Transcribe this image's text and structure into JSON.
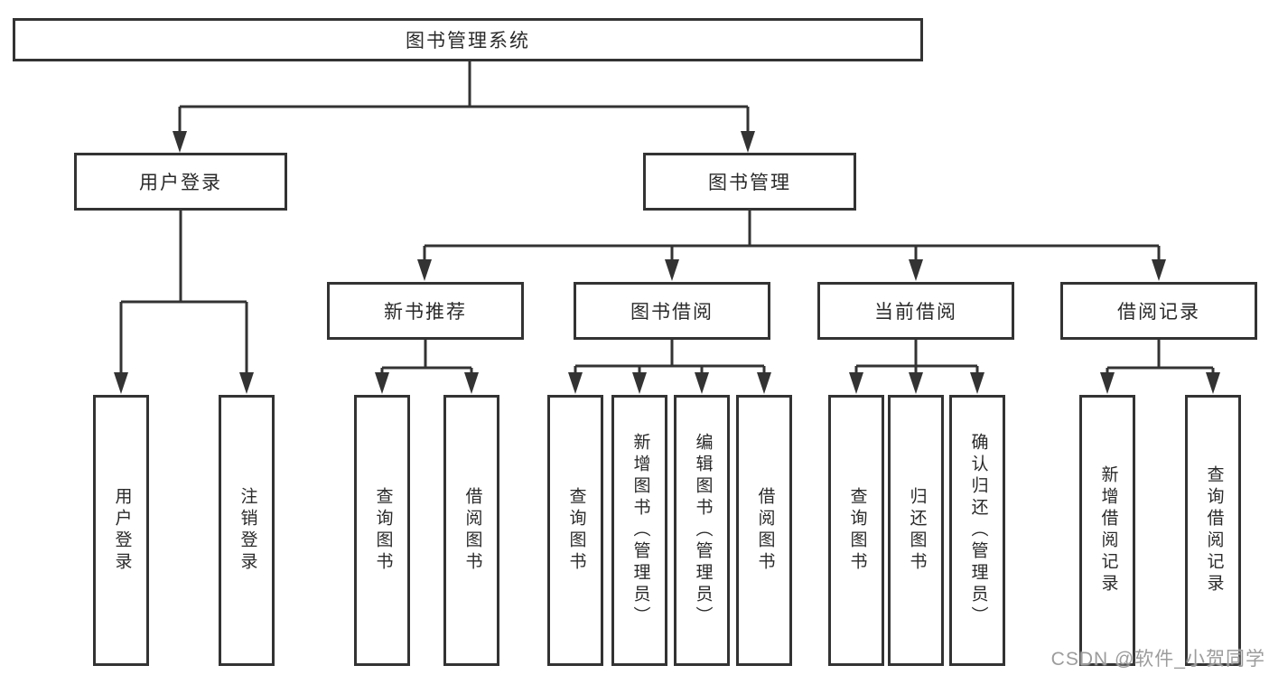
{
  "diagram_title": "图书管理系统",
  "tree": {
    "root": {
      "label": "图书管理系统",
      "children": [
        {
          "label": "用户登录",
          "children": [
            {
              "label": "用户登录"
            },
            {
              "label": "注销登录"
            }
          ]
        },
        {
          "label": "图书管理",
          "children": [
            {
              "label": "新书推荐",
              "children": [
                {
                  "label": "查询图书"
                },
                {
                  "label": "借阅图书"
                }
              ]
            },
            {
              "label": "图书借阅",
              "children": [
                {
                  "label": "查询图书"
                },
                {
                  "label": "新增图书（管理员）"
                },
                {
                  "label": "编辑图书（管理员）"
                },
                {
                  "label": "借阅图书"
                }
              ]
            },
            {
              "label": "当前借阅",
              "children": [
                {
                  "label": "查询图书"
                },
                {
                  "label": "归还图书"
                },
                {
                  "label": "确认归还（管理员）"
                }
              ]
            },
            {
              "label": "借阅记录",
              "children": [
                {
                  "label": "新增借阅记录"
                },
                {
                  "label": "查询借阅记录"
                }
              ]
            }
          ]
        }
      ]
    }
  },
  "watermark": {
    "text": "CSDN @软件_小贺同学"
  },
  "colors": {
    "line": "#333333",
    "box_border": "#333333",
    "text": "#2a2a2a",
    "watermark": "#9c9c9c",
    "background": "#ffffff"
  }
}
